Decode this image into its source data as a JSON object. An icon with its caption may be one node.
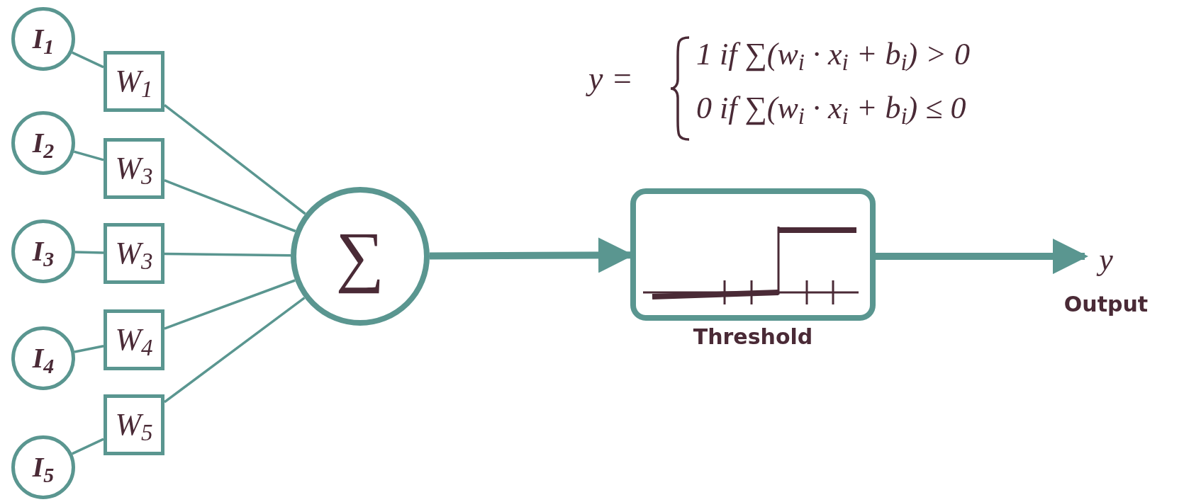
{
  "diagram": {
    "nodes": [
      {
        "text": [
          "I$_{1}$"
        ]
      },
      {
        "text": [
          "I$_{2}$"
        ]
      },
      {
        "text": [
          "I$_{3}$"
        ]
      },
      {
        "text": [
          "I$_{4}$"
        ]
      },
      {
        "text": [
          "I$_{5}$"
        ]
      },
      {
        "text": [
          "W$_{1}$"
        ]
      },
      {
        "text": [
          "W$_{3}$"
        ]
      },
      {
        "text": [
          "W$_{3}$"
        ]
      },
      {
        "text": [
          "W$_{4}$"
        ]
      },
      {
        "text": [
          "W$_{5}$"
        ]
      },
      {
        "text": [
          "∑"
        ]
      },
      {
        "text": [],
        "shape": "box",
        "beside": [
          "Threshold"
        ]
      },
      {
        "text": [
          "y"
        ],
        "beside": [
          "Output"
        ]
      }
    ],
    "edges": [
      {
        "from": 0,
        "to": 5,
        "arrow": "none"
      },
      {
        "from": 1,
        "to": 6,
        "arrow": "none"
      },
      {
        "from": 2,
        "to": 7,
        "arrow": "none"
      },
      {
        "from": 3,
        "to": 8,
        "arrow": "none"
      },
      {
        "from": 4,
        "to": 9,
        "arrow": "none"
      },
      {
        "from": 5,
        "to": 10,
        "arrow": "none"
      },
      {
        "from": 6,
        "to": 10,
        "arrow": "none"
      },
      {
        "from": 7,
        "to": 10,
        "arrow": "none"
      },
      {
        "from": 8,
        "to": 10,
        "arrow": "none"
      },
      {
        "from": 9,
        "to": 10,
        "arrow": "none"
      },
      {
        "from": 10,
        "to": 11,
        "arrow": "to",
        "style": "thick"
      },
      {
        "from": 11,
        "to": 12,
        "arrow": "to",
        "style": "thick"
      }
    ],
    "labels": [
      "y =",
      "1 if ∑(w$_{i}$ · x$_{i}$ + b$_{i}$)  > 0",
      "0 if ∑(w$_{i}$ · x$_{i}$ + b$_{i}$) ≤ 0"
    ]
  }
}
